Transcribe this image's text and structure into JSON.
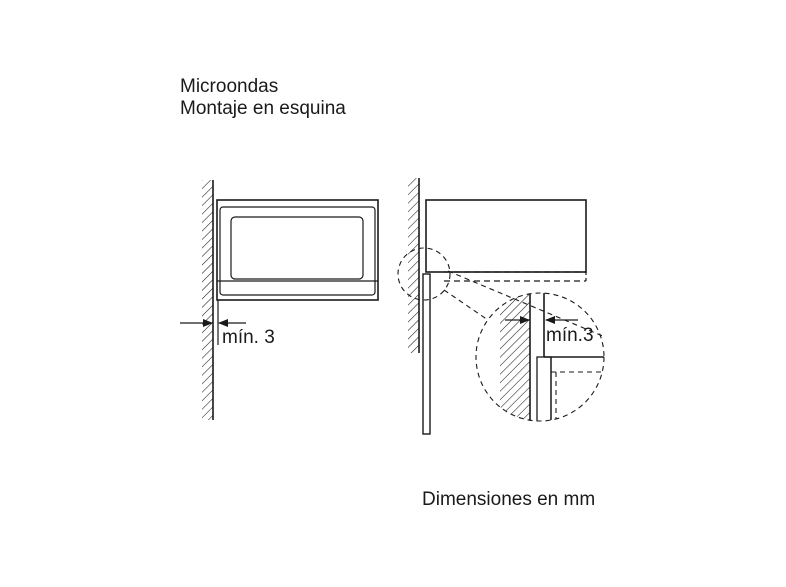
{
  "title": {
    "line1": "Microondas",
    "line2": "Montaje en esquina"
  },
  "labels": {
    "min_left": "mín. 3",
    "min_detail": "mín.3"
  },
  "footer": "Dimensiones en mm",
  "colors": {
    "ink": "#1a1a1a",
    "background": "#ffffff"
  }
}
